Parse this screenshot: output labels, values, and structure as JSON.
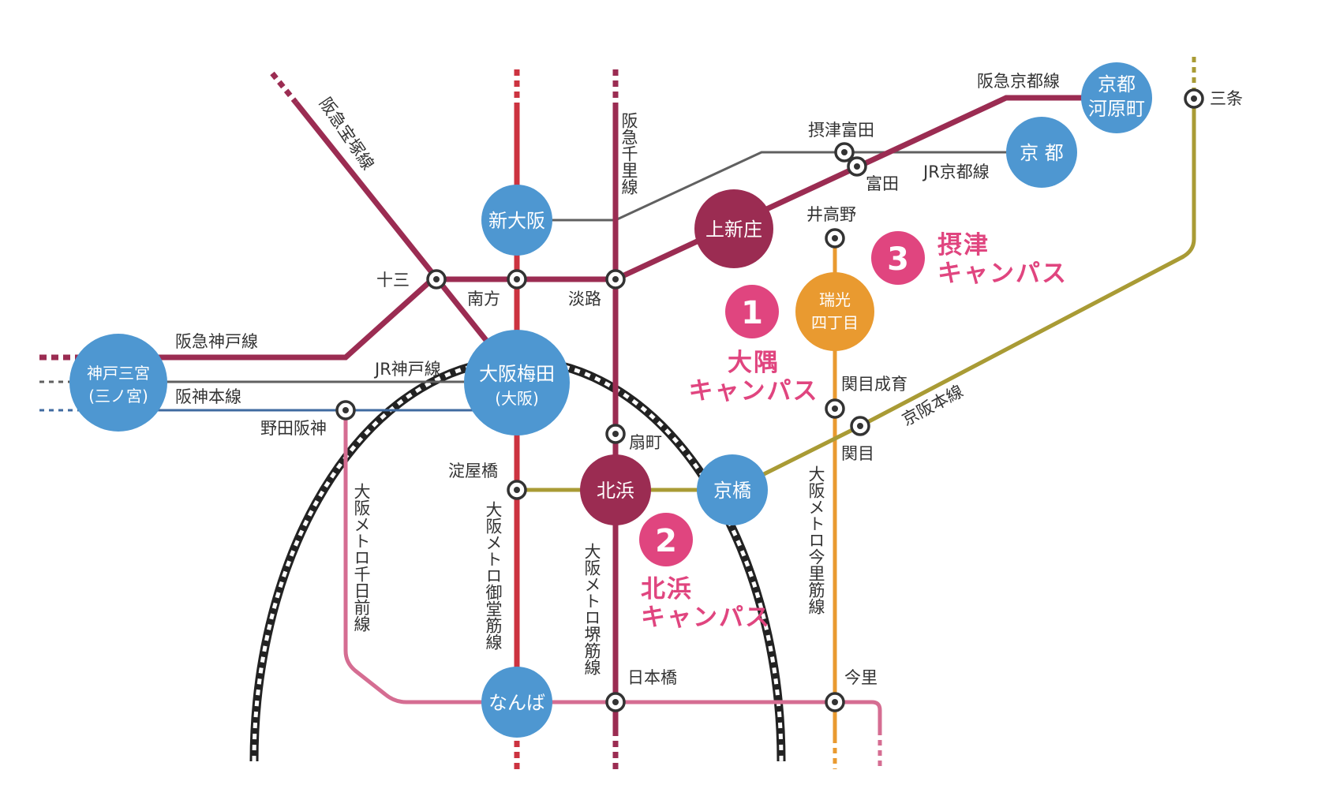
{
  "colors": {
    "hankyu": "#9b2c52",
    "midosuji": "#cc3340",
    "jr": "#606060",
    "hanshin": "#3f6aa0",
    "sennichimae": "#d56d92",
    "imazatosuji": "#e99a30",
    "keihan": "#a99b35",
    "nakanoshima": "#a99b35",
    "station_blue": "#4e97d1",
    "station_maroon": "#9b2c52",
    "station_orange": "#e99a30",
    "campus_pink": "#e0457f",
    "loop": "#222222"
  },
  "lines": {
    "hankyu_takarazuka": "阪急宝塚線",
    "hankyu_senri": "阪急千里線",
    "hankyu_kyoto": "阪急京都線",
    "hankyu_kobe": "阪急神戸線",
    "jr_kobe": "JR神戸線",
    "hanshin": "阪神本線",
    "jr_kyoto": "JR京都線",
    "keihan": "京阪本線",
    "midosuji": "大阪メトロ御堂筋線",
    "sakaisuji": "大阪メトロ堺筋線",
    "sennichimae": "大阪メトロ千日前線",
    "imazatosuji": "大阪メトロ今里筋線"
  },
  "stations": {
    "shin_osaka": "新大阪",
    "kamishinjo": "上新庄",
    "kyoto": "京 都",
    "kyoto_kawaramachi_1": "京都",
    "kyoto_kawaramachi_2": "河原町",
    "kobe_sannomiya_1": "神戸三宮",
    "kobe_sannomiya_2": "(三ノ宮)",
    "osaka_umeda_1": "大阪梅田",
    "osaka_umeda_2": "(大阪)",
    "kitahama": "北浜",
    "kyobashi": "京橋",
    "namba": "なんば",
    "zuiko_1": "瑞光",
    "zuiko_2": "四丁目",
    "juso": "十三",
    "minamikata": "南方",
    "awaji": "淡路",
    "settsu_tonda": "摂津富田",
    "tonda": "富田",
    "idakano": "井高野",
    "sanjo": "三条",
    "noda_hanshin": "野田阪神",
    "ogimachi": "扇町",
    "yodoyabashi": "淀屋橋",
    "sekime_seiiku": "関目成育",
    "sekime": "関目",
    "nipponbashi": "日本橋",
    "imazato": "今里"
  },
  "campuses": [
    {
      "num": "1",
      "name_1": "大隅",
      "name_2": "キャンパス"
    },
    {
      "num": "2",
      "name_1": "北浜",
      "name_2": "キャンパス"
    },
    {
      "num": "3",
      "name_1": "摂津",
      "name_2": "キャンパス"
    }
  ]
}
